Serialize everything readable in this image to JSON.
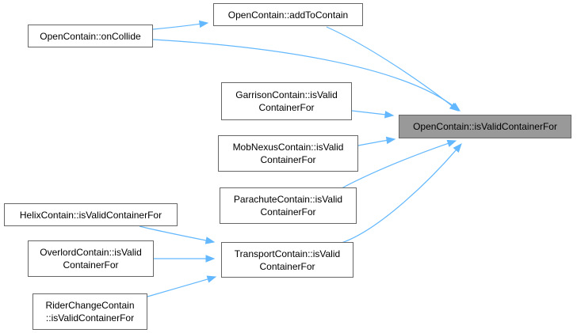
{
  "graph": {
    "nodes": {
      "target": {
        "lines": [
          "OpenContain::isValidContainerFor"
        ]
      },
      "addToContain": {
        "lines": [
          "OpenContain::addToContain"
        ]
      },
      "onCollide": {
        "lines": [
          "OpenContain::onCollide"
        ]
      },
      "garrison": {
        "lines": [
          "GarrisonContain::isValid",
          "ContainerFor"
        ]
      },
      "mobNexus": {
        "lines": [
          "MobNexusContain::isValid",
          "ContainerFor"
        ]
      },
      "parachute": {
        "lines": [
          "ParachuteContain::isValid",
          "ContainerFor"
        ]
      },
      "helix": {
        "lines": [
          "HelixContain::isValidContainerFor"
        ]
      },
      "overlord": {
        "lines": [
          "OverlordContain::isValid",
          "ContainerFor"
        ]
      },
      "transport": {
        "lines": [
          "TransportContain::isValid",
          "ContainerFor"
        ]
      },
      "riderChange": {
        "lines": [
          "RiderChangeContain",
          "::isValidContainerFor"
        ]
      }
    },
    "edges": [
      {
        "from": "onCollide",
        "to": "addToContain"
      },
      {
        "from": "addToContain",
        "to": "target"
      },
      {
        "from": "onCollide",
        "to": "target"
      },
      {
        "from": "garrison",
        "to": "target"
      },
      {
        "from": "mobNexus",
        "to": "target"
      },
      {
        "from": "parachute",
        "to": "target"
      },
      {
        "from": "transport",
        "to": "target"
      },
      {
        "from": "helix",
        "to": "transport"
      },
      {
        "from": "overlord",
        "to": "transport"
      },
      {
        "from": "riderChange",
        "to": "transport"
      }
    ],
    "colors": {
      "edge": "#63b8ff",
      "node_border": "#666666",
      "focus_fill": "#999999"
    }
  }
}
